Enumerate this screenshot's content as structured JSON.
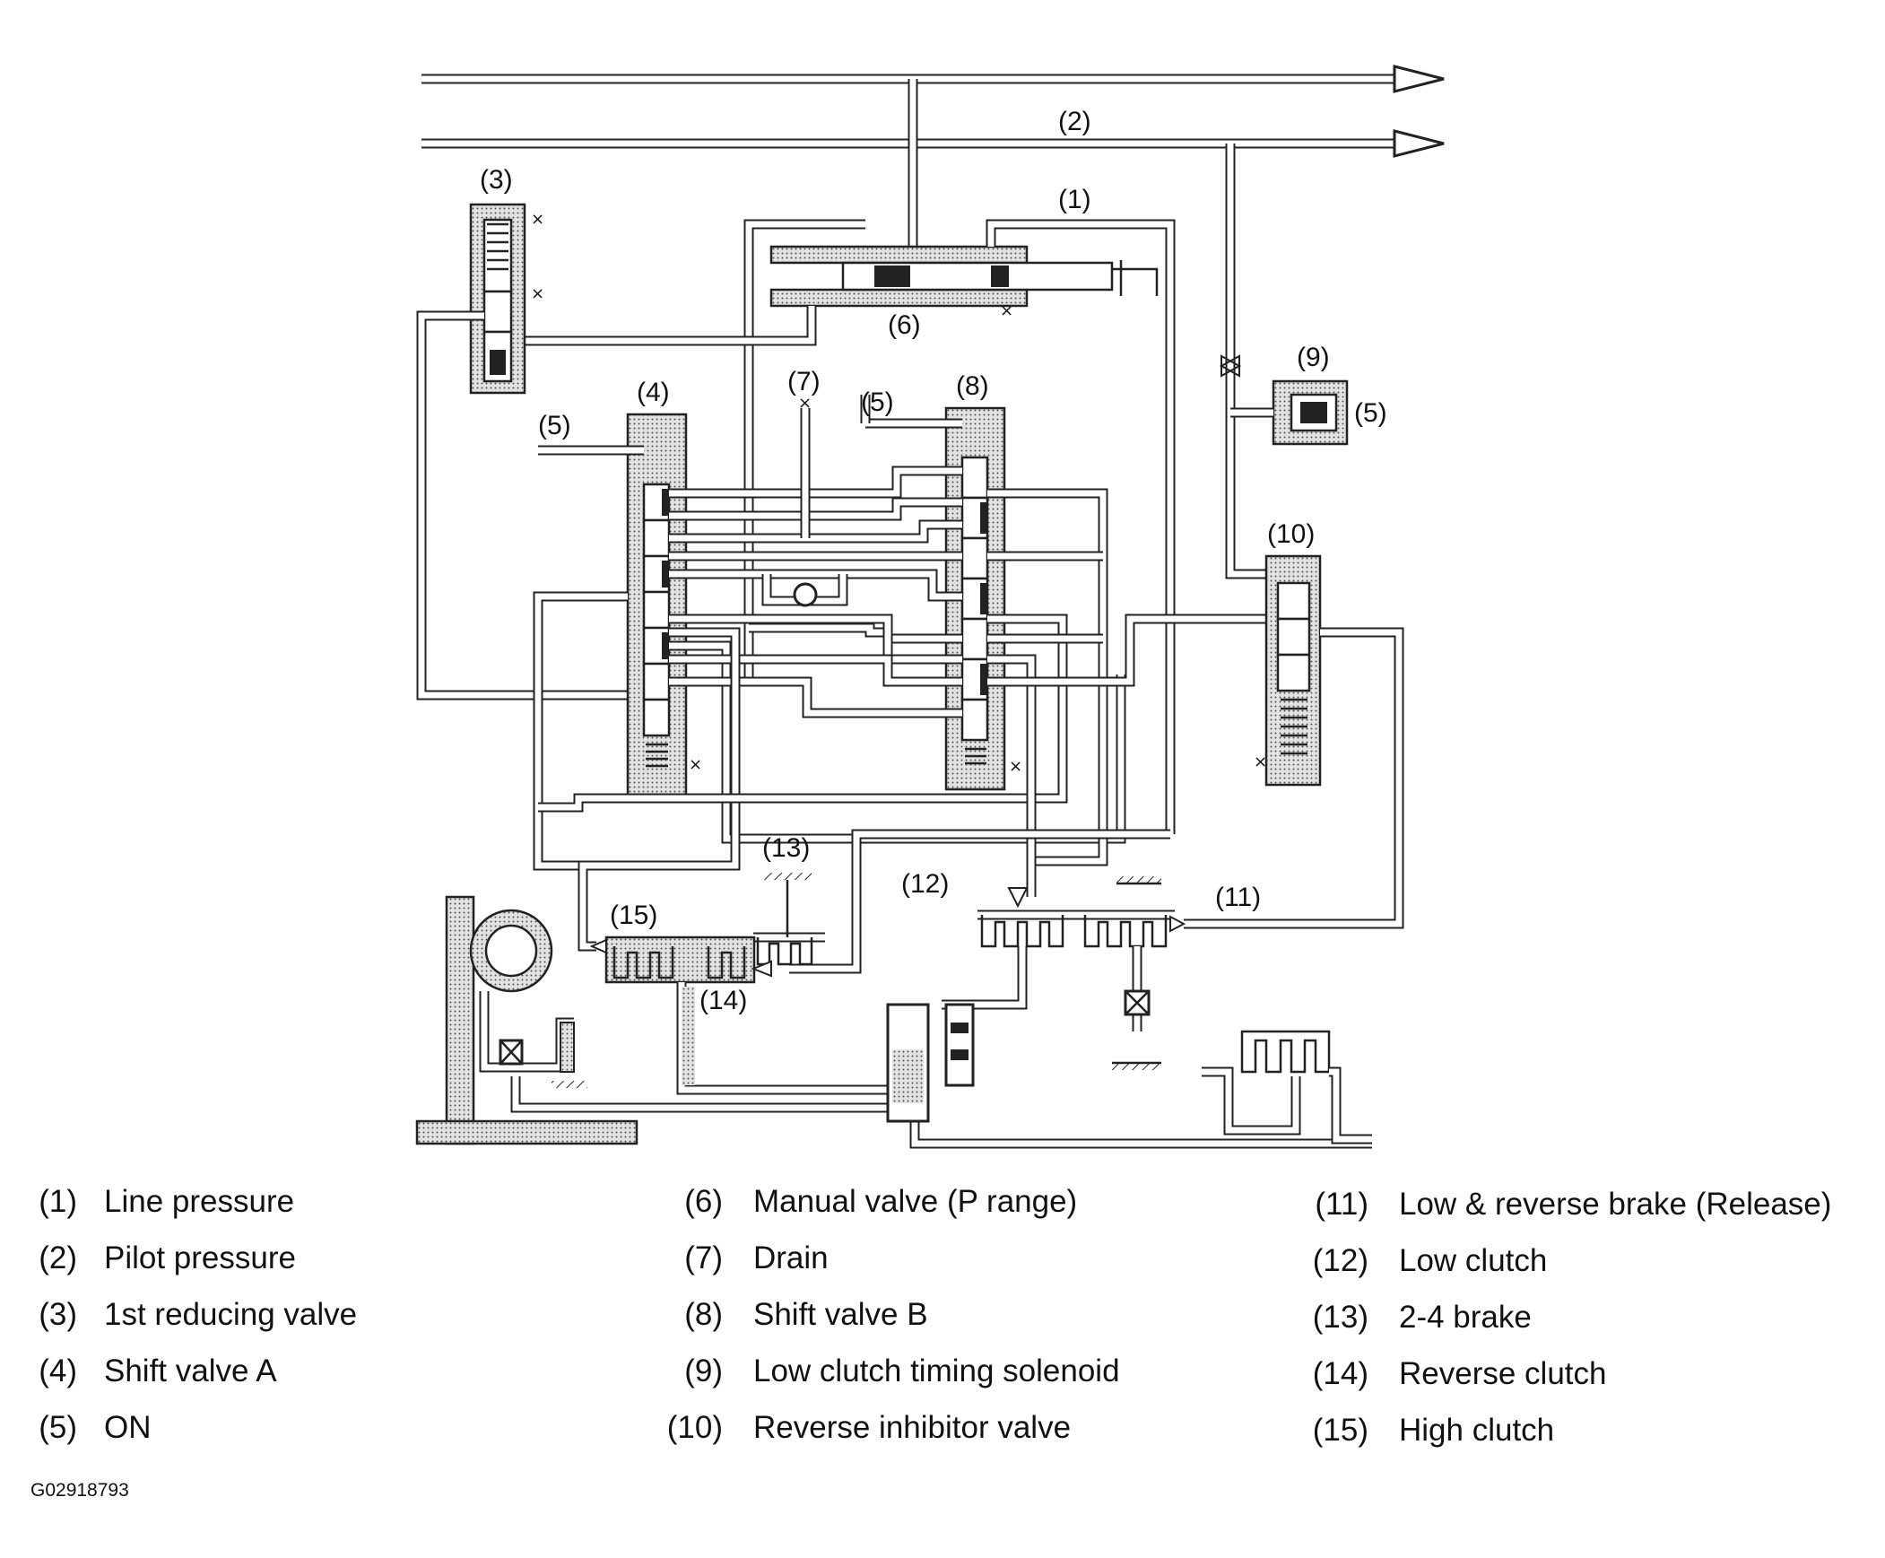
{
  "callouts": {
    "c1": "(1)",
    "c2": "(2)",
    "c3": "(3)",
    "c4": "(4)",
    "c5a": "(5)",
    "c5b": "(5)",
    "c5c": "(5)",
    "c6": "(6)",
    "c7": "(7)",
    "c8": "(8)",
    "c9": "(9)",
    "c10": "(10)",
    "c11": "(11)",
    "c12": "(12)",
    "c13": "(13)",
    "c14": "(14)",
    "c15": "(15)"
  },
  "legend": [
    {
      "num": "(1)",
      "text": "Line pressure"
    },
    {
      "num": "(2)",
      "text": "Pilot pressure"
    },
    {
      "num": "(3)",
      "text": "1st reducing valve"
    },
    {
      "num": "(4)",
      "text": "Shift valve A"
    },
    {
      "num": "(5)",
      "text": "ON"
    },
    {
      "num": "(6)",
      "text": "Manual valve (P range)"
    },
    {
      "num": "(7)",
      "text": "Drain"
    },
    {
      "num": "(8)",
      "text": "Shift valve B"
    },
    {
      "num": "(9)",
      "text": "Low clutch timing solenoid"
    },
    {
      "num": "(10)",
      "text": "Reverse inhibitor valve"
    },
    {
      "num": "(11)",
      "text": "Low & reverse brake (Release)"
    },
    {
      "num": "(12)",
      "text": "Low clutch"
    },
    {
      "num": "(13)",
      "text": "2-4 brake"
    },
    {
      "num": "(14)",
      "text": "Reverse clutch"
    },
    {
      "num": "(15)",
      "text": "High clutch"
    }
  ],
  "figure_id": "G02918793"
}
